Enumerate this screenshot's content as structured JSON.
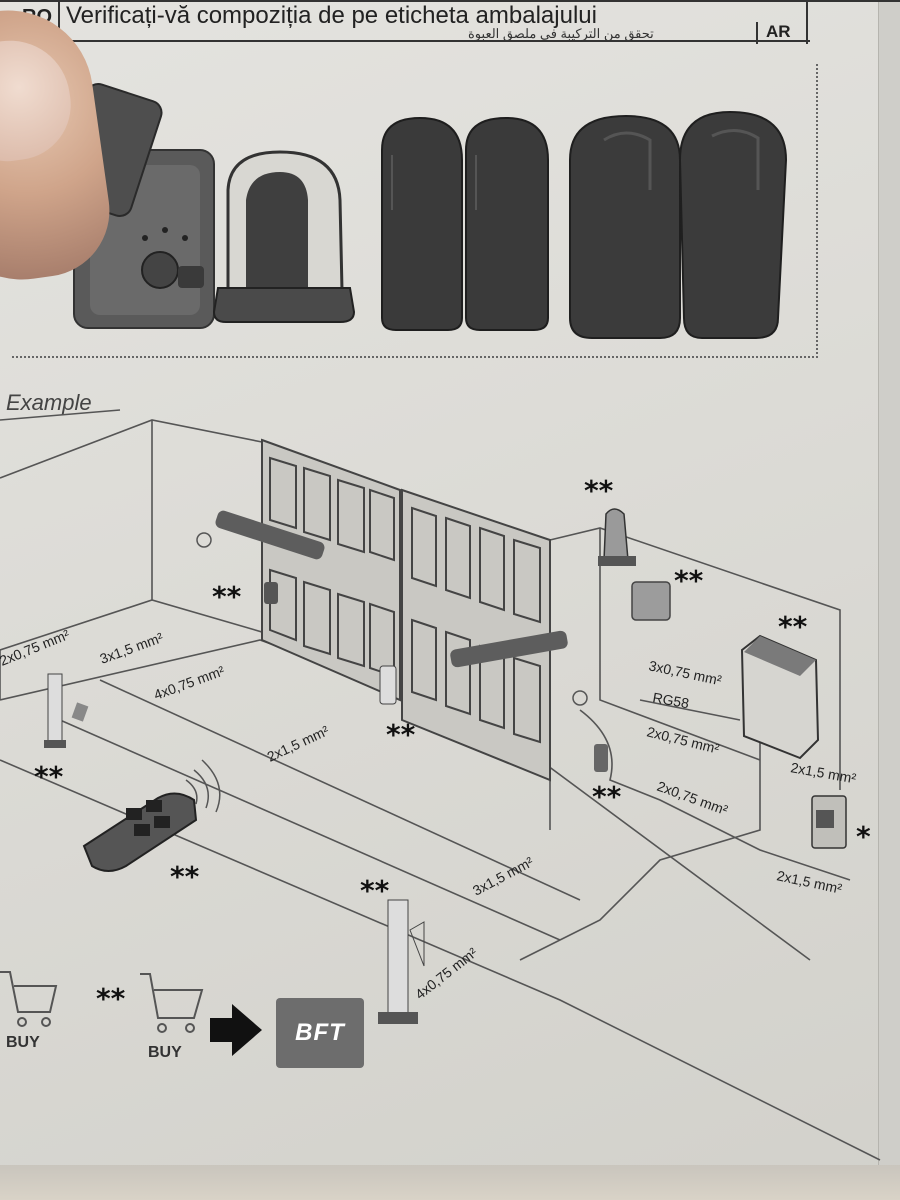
{
  "header": {
    "lang_code_left": "RO",
    "text": "Verificați-vă compoziția de pe eticheta ambalajului",
    "arabic_text": "تحقق من التركيبة في ملصق العبوة",
    "lang_code_right": "AR"
  },
  "example_label": "Example",
  "required_marker": "**",
  "optional_marker": "*",
  "cable_labels": {
    "left_photocell": "2x0,75 mm²",
    "left_motor": "3x1,5 mm²",
    "left_column": "4x0,75 mm²",
    "right_motor": "2x1,5 mm²",
    "flasher": "3x0,75 mm²",
    "antenna": "RG58",
    "photocell_upper": "2x0,75 mm²",
    "photocell_lower": "2x0,75 mm²",
    "control_panel_supply": "2x1,5 mm²",
    "main_supply": "2x1,5 mm²",
    "bottom_motor": "3x1,5 mm²",
    "bottom_column": "4x0,75 mm²"
  },
  "buy": {
    "label_1": "BUY",
    "label_2": "BUY"
  },
  "brand": "BFT",
  "icons": [
    "shopping-cart-icon",
    "arrow-right-icon",
    "asterisk-icon"
  ]
}
